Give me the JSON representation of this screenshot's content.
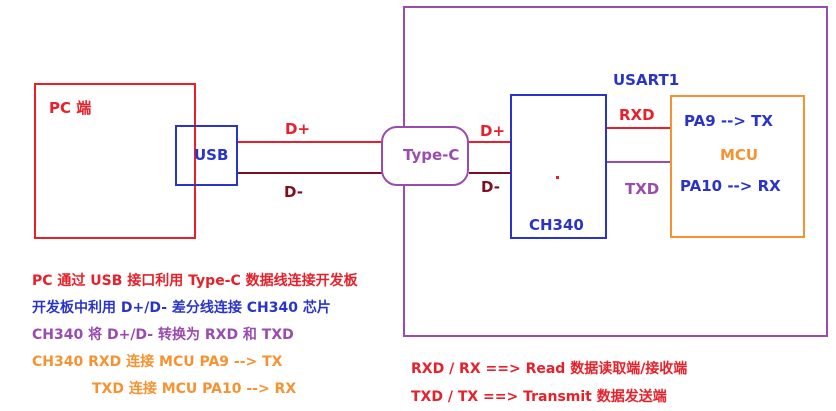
{
  "colors": {
    "red": "#e8202a",
    "blue": "#2a35c8",
    "purple": "#9a4bb0",
    "orange": "#f59231",
    "darkred": "#7a1020"
  },
  "pc": {
    "label": "PC 端"
  },
  "usb": {
    "label": "USB"
  },
  "typec": {
    "label": "Type-C"
  },
  "wires_left": {
    "dplus": "D+",
    "dminus": "D-"
  },
  "wires_right": {
    "dplus": "D+",
    "dminus": "D-"
  },
  "chip": {
    "label": "CH340"
  },
  "usart": {
    "label": "USART1",
    "rxd": "RXD",
    "txd": "TXD"
  },
  "mcu": {
    "label": "MCU",
    "pa9": "PA9 --> TX",
    "pa10": "PA10 --> RX"
  },
  "notes_left": [
    "PC 通过 USB 接口利用 Type-C 数据线连接开发板",
    "开发板中利用 D+/D- 差分线连接 CH340 芯片",
    "CH340 将 D+/D- 转换为 RXD 和 TXD",
    "CH340 RXD 连接 MCU PA9 --> TX",
    "TXD 连接 MCU PA10 --> RX"
  ],
  "notes_right": [
    "RXD / RX ==> Read 数据读取端/接收端",
    "TXD / TX ==> Transmit 数据发送端"
  ]
}
